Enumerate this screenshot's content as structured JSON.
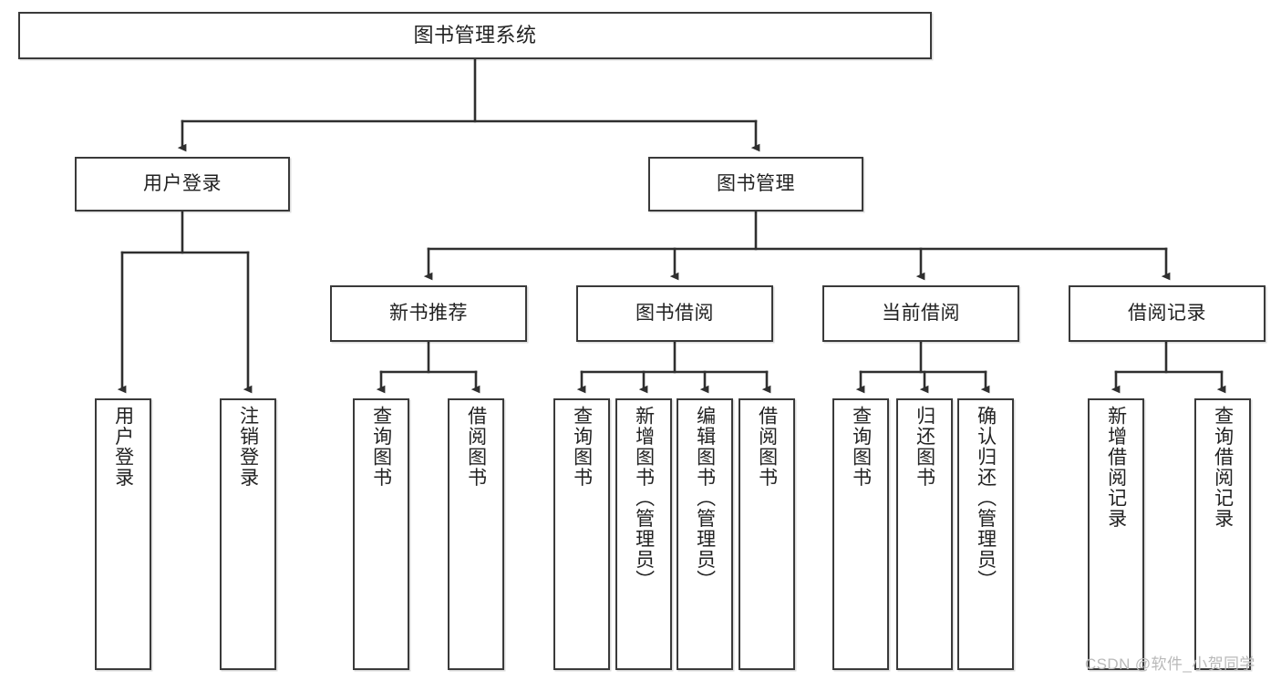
{
  "diagram": {
    "type": "tree-hierarchy-flowchart",
    "title": "图书管理系统",
    "levels": 4,
    "node_count": 20,
    "colors": {
      "box_border": "#3a3a3a",
      "box_fill": "#ffffff",
      "edge": "#2f2f2f",
      "text": "#222222",
      "watermark": "#b9b9b9",
      "background": "#ffffff"
    },
    "root": {
      "label": "图书管理系统"
    },
    "level2": [
      {
        "label": "用户登录"
      },
      {
        "label": "图书管理"
      }
    ],
    "level3": [
      {
        "label": "新书推荐"
      },
      {
        "label": "图书借阅"
      },
      {
        "label": "当前借阅"
      },
      {
        "label": "借阅记录"
      }
    ],
    "leaves": {
      "user_login": [
        {
          "label": "用户登录"
        },
        {
          "label": "注销登录"
        }
      ],
      "new_book_recommend": [
        {
          "label": "查询图书"
        },
        {
          "label": "借阅图书"
        }
      ],
      "book_borrow": [
        {
          "label": "查询图书"
        },
        {
          "label": "新增图书（管理员）"
        },
        {
          "label": "编辑图书（管理员）"
        },
        {
          "label": "借阅图书"
        }
      ],
      "current_borrow": [
        {
          "label": "查询图书"
        },
        {
          "label": "归还图书"
        },
        {
          "label": "确认归还（管理员）"
        }
      ],
      "borrow_record": [
        {
          "label": "新增借阅记录"
        },
        {
          "label": "查询借阅记录"
        }
      ]
    },
    "watermark": "CSDN @软件_小贺同学"
  }
}
